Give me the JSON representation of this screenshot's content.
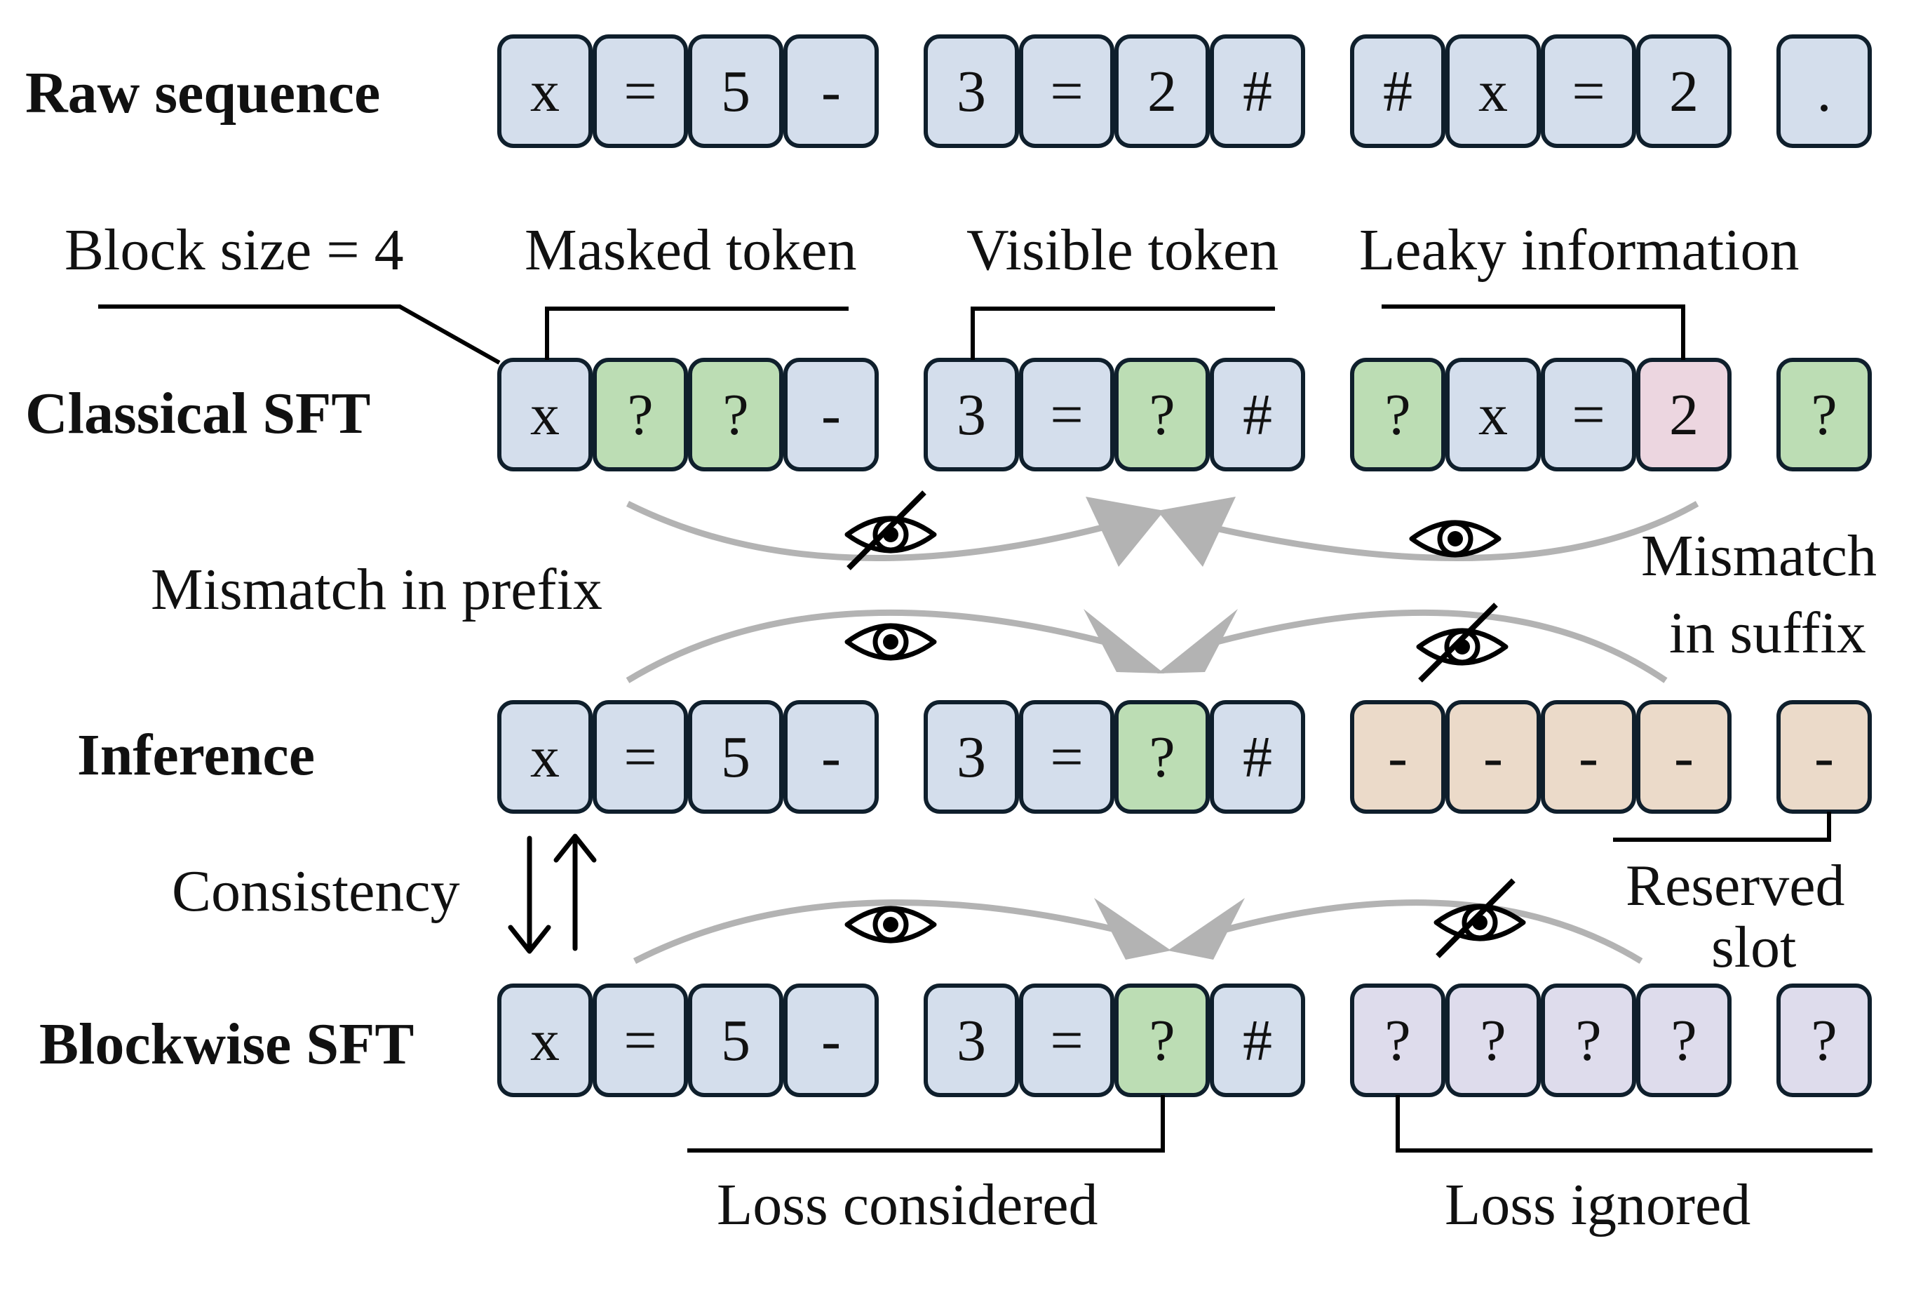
{
  "rows": {
    "raw": {
      "label": "Raw sequence",
      "tokens": [
        "x",
        "=",
        "5",
        "-",
        "3",
        "=",
        "2",
        "#",
        "#",
        "x",
        "=",
        "2",
        "."
      ],
      "fills": [
        "blue",
        "blue",
        "blue",
        "blue",
        "blue",
        "blue",
        "blue",
        "blue",
        "blue",
        "blue",
        "blue",
        "blue",
        "blue"
      ]
    },
    "classical": {
      "label": "Classical SFT",
      "tokens": [
        "x",
        "?",
        "?",
        "-",
        "3",
        "=",
        "?",
        "#",
        "?",
        "x",
        "=",
        "2",
        "?"
      ],
      "fills": [
        "blue",
        "green",
        "green",
        "blue",
        "blue",
        "blue",
        "green",
        "blue",
        "green",
        "blue",
        "blue",
        "pink",
        "green"
      ]
    },
    "inference": {
      "label": "Inference",
      "tokens": [
        "x",
        "=",
        "5",
        "-",
        "3",
        "=",
        "?",
        "#",
        "-",
        "-",
        "-",
        "-",
        "-"
      ],
      "fills": [
        "blue",
        "blue",
        "blue",
        "blue",
        "blue",
        "blue",
        "green",
        "blue",
        "tan",
        "tan",
        "tan",
        "tan",
        "tan"
      ]
    },
    "blockwise": {
      "label": "Blockwise SFT",
      "tokens": [
        "x",
        "=",
        "5",
        "-",
        "3",
        "=",
        "?",
        "#",
        "?",
        "?",
        "?",
        "?",
        "?"
      ],
      "fills": [
        "blue",
        "blue",
        "blue",
        "blue",
        "blue",
        "blue",
        "green",
        "blue",
        "purple",
        "purple",
        "purple",
        "purple",
        "purple"
      ]
    }
  },
  "annotations": {
    "block_size": "Block size = 4",
    "masked_token": "Masked token",
    "visible_token": "Visible token",
    "leaky_information": "Leaky information",
    "mismatch_prefix": "Mismatch in prefix",
    "mismatch_suffix_line1": "Mismatch",
    "mismatch_suffix_line2": "in suffix",
    "consistency": "Consistency",
    "reserved_slot_line1": "Reserved",
    "reserved_slot_line2": "slot",
    "loss_considered": "Loss considered",
    "loss_ignored": "Loss ignored"
  },
  "colors": {
    "blue": "#d4deec",
    "green": "#bcddb4",
    "pink": "#ecd6e0",
    "tan": "#ebdac9",
    "purple": "#dedcec",
    "border": "#0f1f2c",
    "arrow": "#b3b3b3"
  },
  "icons": [
    "eye-icon",
    "eye-slash-icon"
  ]
}
